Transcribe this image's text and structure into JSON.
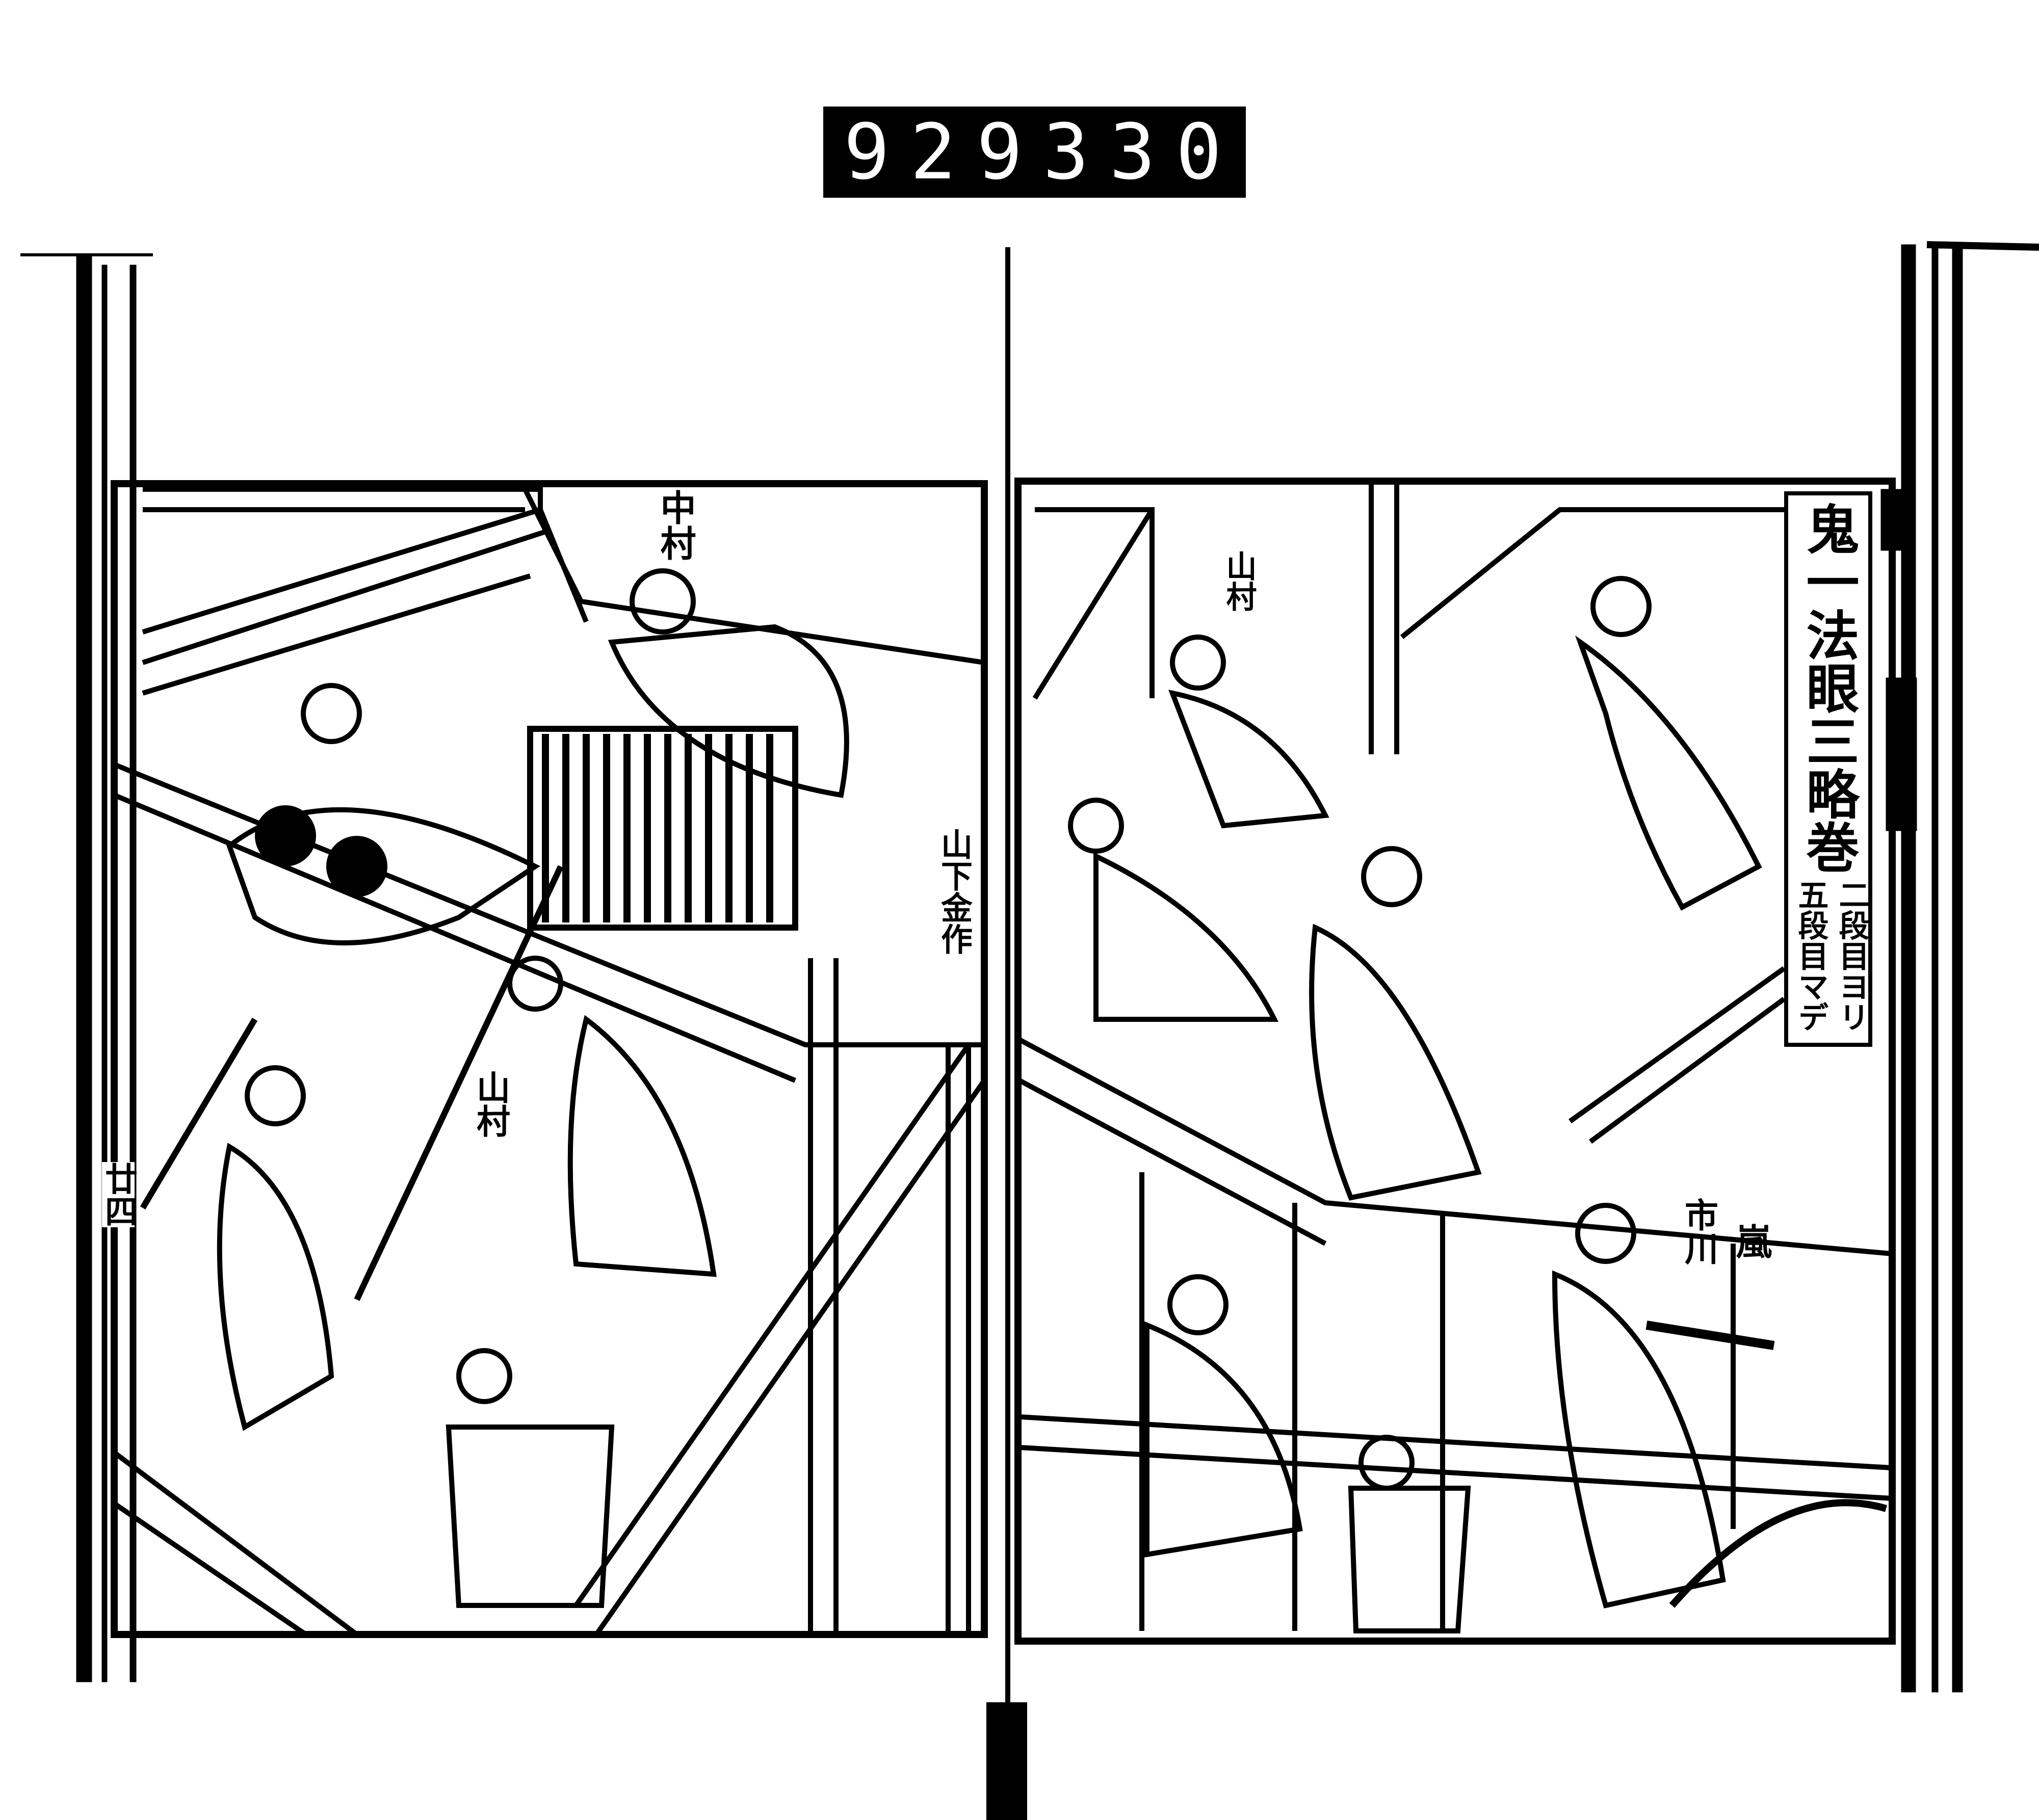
{
  "catalog_label": {
    "left_number": "929",
    "right_number": "330."
  },
  "title": {
    "main": "鬼一法眼三略巻",
    "sub_from": "二段目ヨリ",
    "sub_to": "五段目マデ"
  },
  "margin": {
    "page_number": "廿四"
  },
  "actor_labels": {
    "nakamura": "中村",
    "yamashita": "山下金作",
    "yamamura_left": "山村",
    "yamamura_right": "山村",
    "arashi": "嵐",
    "ichikawa": "市川"
  }
}
